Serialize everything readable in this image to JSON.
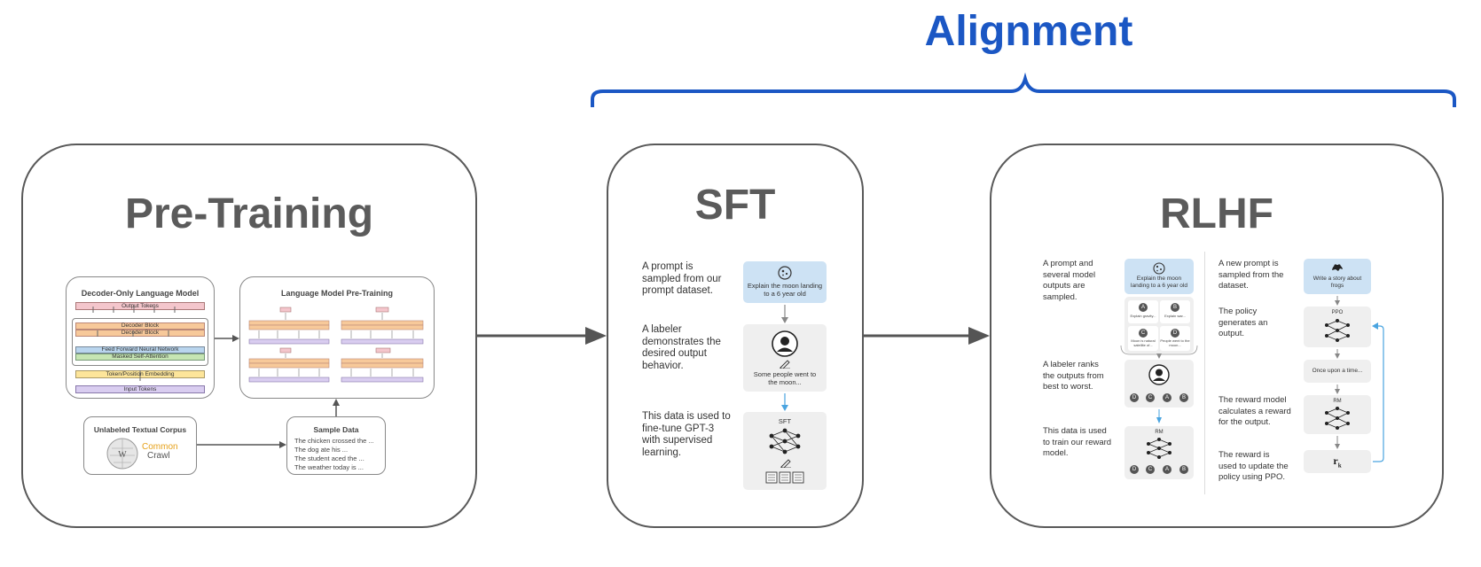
{
  "alignment": {
    "title": "Alignment",
    "brace_color": "#1b57c4"
  },
  "pretraining": {
    "title": "Pre-Training",
    "decoder": {
      "title": "Decoder-Only Language Model",
      "output_tokens": "Output Tokens",
      "decoder_block_1": "Decoder Block",
      "decoder_block_2": "Decoder Block",
      "ffn": "Feed Forward Neural Network",
      "attn": "Masked Self-Attention",
      "embedding": "Token/Position Embedding",
      "input_tokens": "Input Tokens"
    },
    "lm_pretraining": {
      "title": "Language Model Pre-Training"
    },
    "corpus": {
      "title": "Unlabeled Textual Corpus",
      "cc_top": "Common",
      "cc_bottom": "Crawl"
    },
    "sample": {
      "title": "Sample Data",
      "lines": [
        "The chicken crossed the ...",
        "The dog ate his ...",
        "The student aced the ...",
        "The weather today is ..."
      ]
    }
  },
  "sft": {
    "title": "SFT",
    "steps": [
      "A prompt is sampled from our prompt dataset.",
      "A labeler demonstrates the desired output behavior.",
      "This data is used to fine-tune GPT-3 with supervised learning."
    ],
    "prompt_card": "Explain the moon landing to a 6 year old",
    "demo_card": "Some people went to the moon...",
    "model_label": "SFT"
  },
  "rlhf": {
    "title": "RLHF",
    "left_steps": [
      "A prompt and several model outputs are sampled.",
      "A labeler ranks the outputs from best to worst.",
      "This data is used to train our reward model."
    ],
    "prompt_card": "Explain the moon landing to a 6 year old",
    "options": [
      {
        "letter": "A",
        "text": "Explain gravity..."
      },
      {
        "letter": "B",
        "text": "Explain war..."
      },
      {
        "letter": "C",
        "text": "Moon is natural satellite of..."
      },
      {
        "letter": "D",
        "text": "People went to the moon..."
      }
    ],
    "ranking": [
      "D",
      "C",
      "A",
      "B"
    ],
    "rm_label": "RM",
    "right_steps": [
      "A new prompt is sampled from the dataset.",
      "The policy generates an output.",
      "The reward model calculates a reward for the output.",
      "The reward is used to update the policy using PPO."
    ],
    "new_prompt_card": "Write a story about frogs",
    "ppo_label": "PPO",
    "output_card": "Once upon a time...",
    "rm_label_2": "RM",
    "reward_symbol": "r",
    "reward_sub": "k"
  }
}
